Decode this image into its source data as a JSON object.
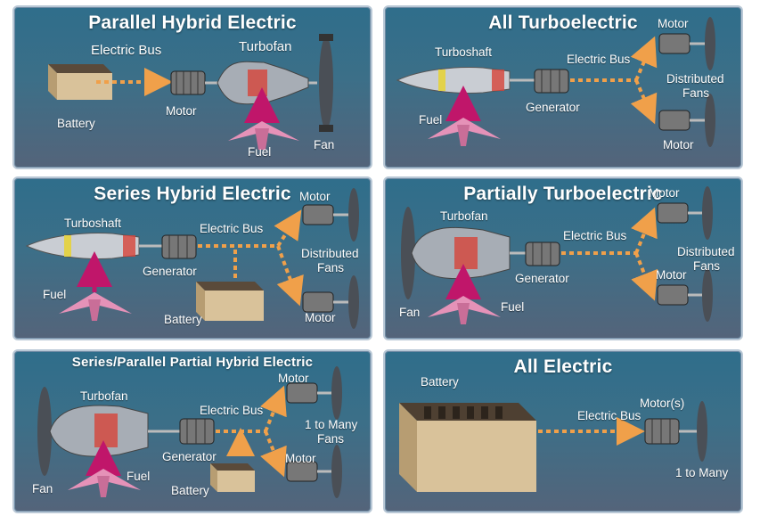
{
  "panels": {
    "p1": {
      "title": "Parallel Hybrid Electric",
      "labels": {
        "electric_bus": "Electric Bus",
        "turbofan": "Turbofan",
        "battery": "Battery",
        "motor": "Motor",
        "fuel": "Fuel",
        "fan": "Fan"
      }
    },
    "p2": {
      "title": "All Turboelectric",
      "labels": {
        "turboshaft": "Turboshaft",
        "electric_bus": "Electric Bus",
        "motor_top": "Motor",
        "distributed": "Distributed",
        "fans": "Fans",
        "generator": "Generator",
        "fuel": "Fuel",
        "motor_bottom": "Motor"
      }
    },
    "p3": {
      "title": "Series Hybrid Electric",
      "labels": {
        "turboshaft": "Turboshaft",
        "electric_bus": "Electric Bus",
        "motor_top": "Motor",
        "distributed": "Distributed",
        "fans": "Fans",
        "generator": "Generator",
        "fuel": "Fuel",
        "battery": "Battery",
        "motor_bottom": "Motor"
      }
    },
    "p4": {
      "title": "Partially Turboelectric",
      "labels": {
        "turbofan": "Turbofan",
        "motor_top": "Motor",
        "electric_bus": "Electric Bus",
        "distributed": "Distributed",
        "fans": "Fans",
        "generator": "Generator",
        "motor_bottom": "Motor",
        "fan": "Fan",
        "fuel": "Fuel"
      }
    },
    "p5": {
      "title": "Series/Parallel Partial Hybrid Electric",
      "labels": {
        "turbofan": "Turbofan",
        "motor_top": "Motor",
        "electric_bus": "Electric Bus",
        "one_to_many": "1 to Many",
        "fans": "Fans",
        "generator": "Generator",
        "fuel": "Fuel",
        "motor_bottom": "Motor",
        "fan": "Fan",
        "battery": "Battery"
      }
    },
    "p6": {
      "title": "All Electric",
      "labels": {
        "battery": "Battery",
        "motors": "Motor(s)",
        "electric_bus": "Electric Bus",
        "one_to_many": "1 to Many"
      }
    }
  },
  "colors": {
    "bus_arrow": "#f0a04a",
    "fuel_arrow": "#c0166a",
    "aircraft": "#e592b8",
    "battery_box": "#d9c29a"
  }
}
